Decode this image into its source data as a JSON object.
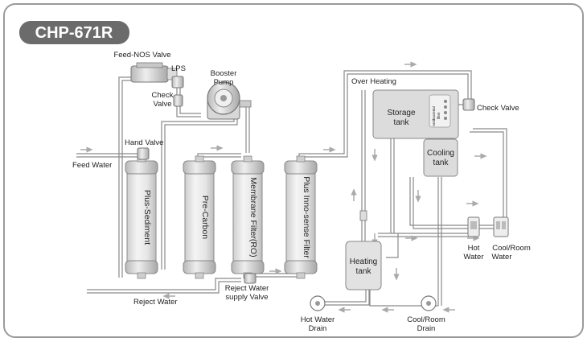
{
  "title": "CHP-671R",
  "labels": {
    "feed_nos_valve": "Feed-NOS Valve",
    "lps": "LPS",
    "booster_pump_1": "Booster",
    "booster_pump_2": "Pump",
    "check_valve_left_1": "Check",
    "check_valve_left_2": "Valve",
    "over_heating": "Over Heating",
    "check_valve_right": "Check Valve",
    "hand_valve": "Hand Valve",
    "feed_water": "Feed Water",
    "reject_water": "Reject Water",
    "reject_supply_valve_1": "Reject Water",
    "reject_supply_valve_2": "supply Valve",
    "storage_tank_1": "Storage",
    "storage_tank_2": "tank",
    "antibacterial_filter_1": "Antibacterial",
    "antibacterial_filter_2": "filter",
    "cooling_tank_1": "Cooling",
    "cooling_tank_2": "tank",
    "heating_tank_1": "Heating",
    "heating_tank_2": "tank",
    "hot_water_1": "Hot",
    "hot_water_2": "Water",
    "cool_room_water_1": "Cool/Room",
    "cool_room_water_2": "Water",
    "hot_water_drain_1": "Hot Water",
    "hot_water_drain_2": "Drain",
    "cool_room_drain_1": "Cool/Room",
    "cool_room_drain_2": "Drain"
  },
  "filters": [
    {
      "name": "Plus-Sediment"
    },
    {
      "name": "Pre-Carbon"
    },
    {
      "name": "Membrane Filter(RO)"
    },
    {
      "name": "Plus Inno-sense Filter"
    }
  ],
  "colors": {
    "frame": "#9a9a9a",
    "title_bg": "#6b6b6b",
    "pipe": "#8a8a8a",
    "tank_fill": "#dcdcdc",
    "arrow": "#b0b0b0"
  }
}
